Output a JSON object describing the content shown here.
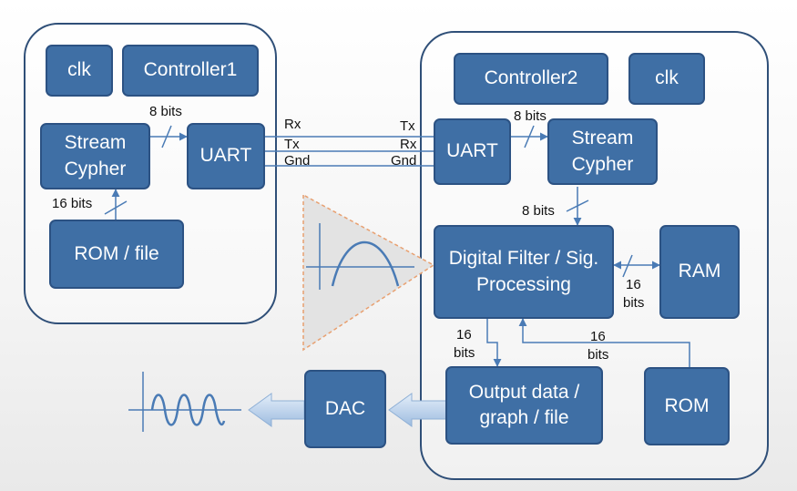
{
  "colors": {
    "block_fill": "#3f6fa5",
    "block_border": "#2c5283",
    "wire": "#4a7bb5",
    "filter_triangle": "#e8a070",
    "background": "#f2f2f2"
  },
  "left_board": {
    "clk": "clk",
    "controller": "Controller1",
    "stream_cypher": "Stream Cypher",
    "uart": "UART",
    "rom_file": "ROM / file",
    "bus_cypher_uart": "8 bits",
    "bus_rom_cypher": "16 bits",
    "pins": {
      "rx": "Rx",
      "tx": "Tx",
      "gnd": "Gnd"
    }
  },
  "right_board": {
    "controller": "Controller2",
    "clk": "clk",
    "uart": "UART",
    "stream_cypher": "Stream Cypher",
    "digital_filter": "Digital Filter / Sig. Processing",
    "ram": "RAM",
    "output": "Output data / graph / file",
    "rom": "ROM",
    "bus_uart_cypher": "8 bits",
    "bus_cypher_filter": "8 bits",
    "bus_filter_ram_top": "16",
    "bus_filter_ram_bottom": "bits",
    "bus_filter_output_top": "16",
    "bus_filter_output_bottom": "bits",
    "bus_rom_filter_top": "16",
    "bus_rom_filter_bottom": "bits",
    "pins": {
      "tx": "Tx",
      "rx": "Rx",
      "gnd": "Gnd"
    }
  },
  "dac": "DAC",
  "icons": [
    "filter-triangle-icon",
    "bandpass-curve-icon",
    "sine-wave-icon",
    "block-arrow-icon"
  ]
}
